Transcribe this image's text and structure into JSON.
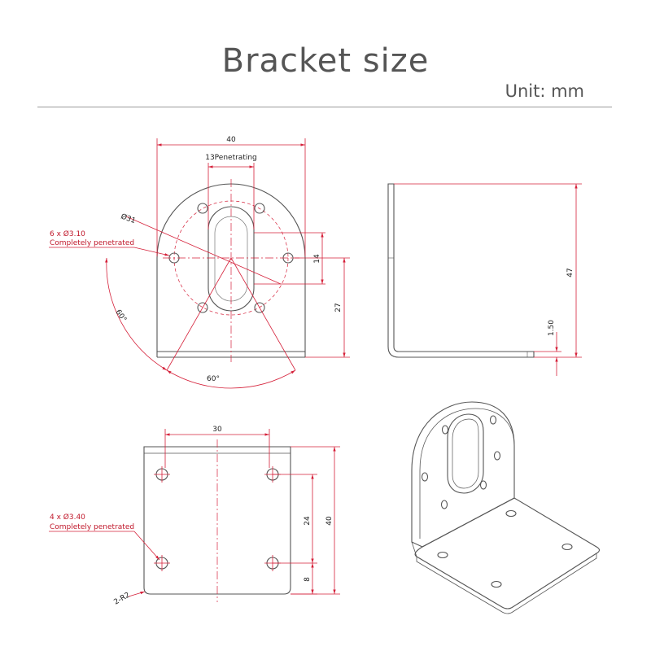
{
  "header": {
    "title": "Bracket size",
    "unit": "Unit: mm"
  },
  "front_view": {
    "width": "40",
    "slot_width": "13Penetrating",
    "bolt_circle": "Ø31",
    "holes_note_count": "6 x Ø3.10",
    "holes_note_text": "Completely penetrated",
    "slot_length": "14",
    "center_height": "27",
    "angle_left": "60°",
    "angle_bottom": "60°"
  },
  "side_view": {
    "height": "47",
    "thickness": "1.50"
  },
  "base_view": {
    "hole_spacing_x": "30",
    "holes_note_count": "4 x Ø3.40",
    "holes_note_text": "Completely penetrated",
    "corner_radius": "2-R2",
    "hole_spacing_y": "24",
    "edge_offset": "8",
    "length": "40"
  }
}
